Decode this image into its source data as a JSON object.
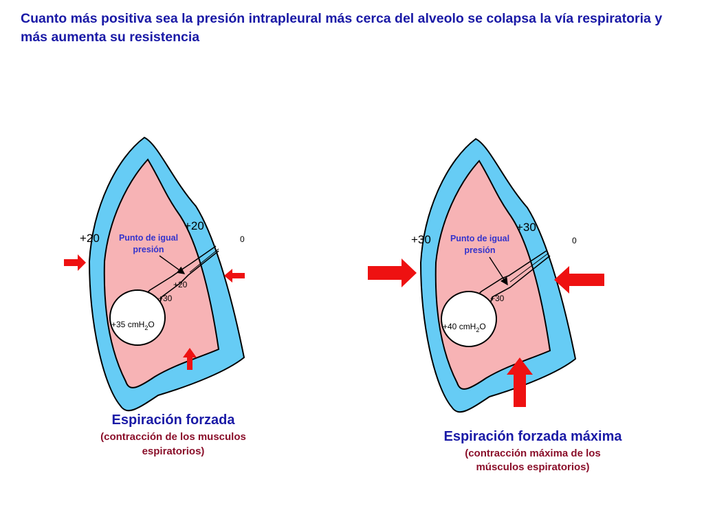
{
  "title": "Cuanto más positiva sea la presión intrapleural más cerca del alveolo se colapsa la vía respiratoria y más aumenta su resistencia",
  "colors": {
    "title": "#1a1aa6",
    "pleura": "#66ccf5",
    "lung": "#f7b3b5",
    "arrow": "#ee1111",
    "caption_heading": "#1a1aa6",
    "caption_sub": "#8a0f2a"
  },
  "panels": [
    {
      "pressure_left": "+20",
      "pressure_right": "+20",
      "equal_point_label_1": "Punto de igual",
      "equal_point_label_2": "presión",
      "mouth_pressure": "0",
      "airway_upper": "+20",
      "airway_lower": "+30",
      "alveolus_value": "+35 cmH",
      "alveolus_sub": "2",
      "alveolus_tail": "O",
      "caption_title": "Espiración forzada",
      "caption_line1": "(contracción de los musculos",
      "caption_line2": "espiratorios)"
    },
    {
      "pressure_left": "+30",
      "pressure_right": "+30",
      "equal_point_label_1": "Punto de igual",
      "equal_point_label_2": "presión",
      "mouth_pressure": "0",
      "airway_lower": "+30",
      "alveolus_value": "+40 cmH",
      "alveolus_sub": "2",
      "alveolus_tail": "O",
      "caption_title": "Espiración forzada máxima",
      "caption_line1": "(contracción máxima de los",
      "caption_line2": "músculos espiratorios)"
    }
  ]
}
